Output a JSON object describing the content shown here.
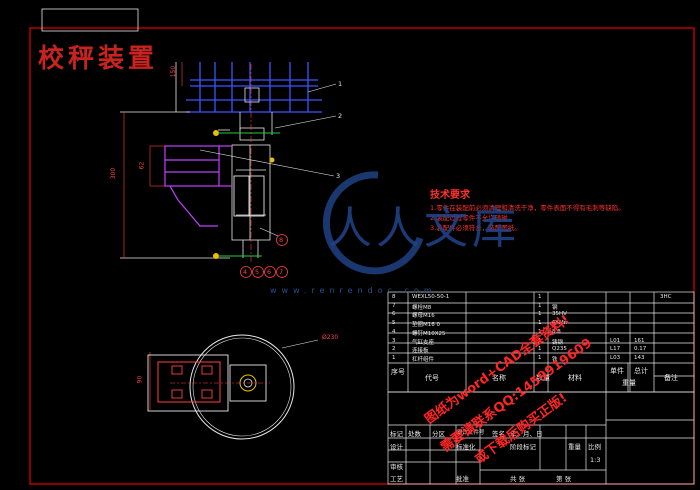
{
  "title": "校秤装置",
  "requirements": {
    "heading": "技术要求",
    "lines": [
      "1.零件在装配前必须清理和清洗干净，零件表面不得有毛刺等缺陷。",
      "2.装配过程零件不允许磕碰。",
      "3.装配件必须符合，装配图纸。"
    ]
  },
  "watermark": {
    "brand": "人人文库",
    "url": "www.renrendoc.com"
  },
  "ad_lines": [
    "图纸为word+CAD全套资料!",
    "需要请联系QQ:1459919609",
    "或下载后购买正版!"
  ],
  "balloons": [
    "1",
    "2",
    "3",
    "4",
    "5",
    "6",
    "7",
    "8"
  ],
  "dimensions": {
    "d1": "300",
    "d2": "62",
    "d3": "90",
    "d4": "Ø230",
    "d5": "150"
  },
  "bom_rows": [
    [
      "8",
      "WEXL50-50-1",
      "",
      "1",
      "",
      "",
      "",
      "",
      "3HC"
    ],
    [
      "7",
      "螺栓M8",
      "",
      "1",
      "钢",
      "",
      "",
      "",
      ""
    ],
    [
      "6",
      "螺母M16",
      "",
      "1",
      "35HV",
      "",
      "",
      "",
      ""
    ],
    [
      "5",
      "垫圈M16 0",
      "",
      "1",
      "65Mn",
      "",
      "",
      "",
      ""
    ],
    [
      "4",
      "螺钉M10X25",
      "",
      "1",
      "8.8",
      "",
      "",
      "",
      ""
    ],
    [
      "3",
      "气缸支座",
      "",
      "1",
      "铸钢",
      "L01",
      "161",
      "",
      ""
    ],
    [
      "2",
      "连接板",
      "",
      "1",
      "Q235",
      "L17",
      "0.17",
      "",
      ""
    ],
    [
      "1",
      "杠杆组件",
      "",
      "1",
      "铁",
      "L03",
      "143",
      "",
      ""
    ]
  ],
  "bom_header": [
    "序号",
    "代号",
    "名称",
    "数量",
    "材料",
    "单件",
    "总计",
    "重量",
    "备注"
  ],
  "title_block": {
    "labels": [
      "标记",
      "处数",
      "分区",
      "更改文件号",
      "签名",
      "年、月、日",
      "设计",
      "标准化",
      "阶段标记",
      "重量",
      "比例",
      "审核",
      "工艺",
      "批准",
      "共 张",
      "第 张"
    ],
    "scale": "1:3"
  }
}
